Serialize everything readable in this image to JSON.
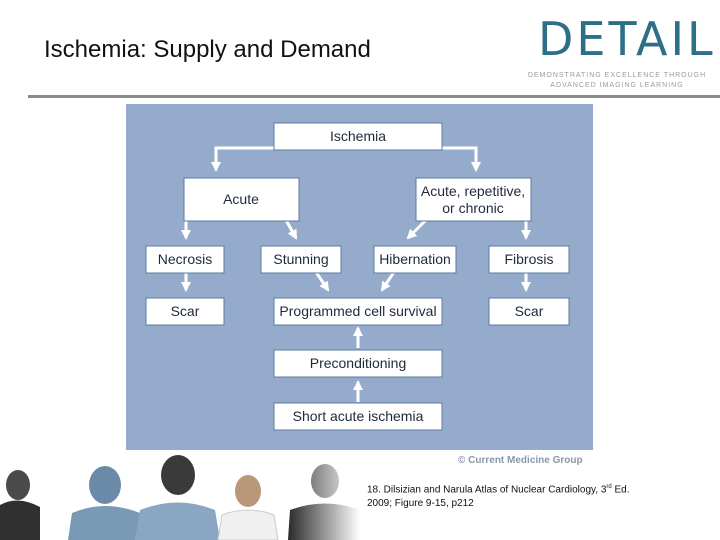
{
  "slide": {
    "title": "Ischemia: Supply and Demand"
  },
  "logo": {
    "name": "DETAIL",
    "tagline_1": "DEMONSTRATING EXCELLENCE THROUGH",
    "tagline_2": "ADVANCED IMAGING LEARNING"
  },
  "diagram": {
    "nodes": {
      "ischemia": "Ischemia",
      "acute": "Acute",
      "acute_repetitive_1": "Acute, repetitive,",
      "acute_repetitive_2": "or chronic",
      "necrosis": "Necrosis",
      "stunning": "Stunning",
      "hibernation": "Hibernation",
      "fibrosis": "Fibrosis",
      "scar_left": "Scar",
      "programmed": "Programmed cell survival",
      "scar_right": "Scar",
      "preconditioning": "Preconditioning",
      "short_acute": "Short acute ischemia"
    },
    "copyright": "© Current Medicine Group"
  },
  "citation": {
    "line_1_pre": "18. Dilsizian and Narula  Atlas of Nuclear Cardiology, 3",
    "line_1_sup": "rd",
    "line_1_post": " Ed.",
    "line_2": "2009; Figure 9-15, p212"
  },
  "photo": {
    "icon": "medical-staff-photo"
  }
}
